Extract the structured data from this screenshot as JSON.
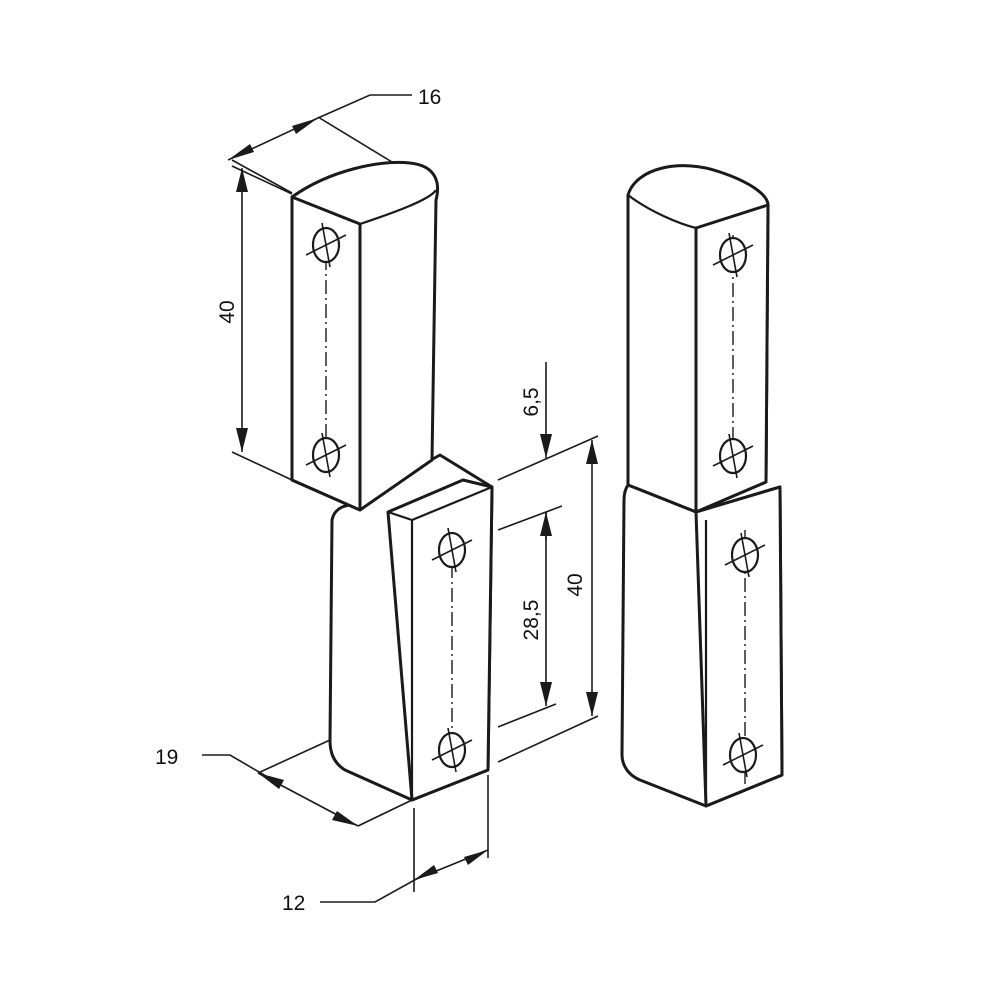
{
  "dimensions": {
    "top_width": "16",
    "upper_height": "40",
    "hole_offset": "6,5",
    "hole_spacing": "28,5",
    "lower_height": "40",
    "bottom_depth": "19",
    "bottom_width": "12"
  },
  "colors": {
    "line": "#1a1a1a",
    "background": "#ffffff"
  }
}
